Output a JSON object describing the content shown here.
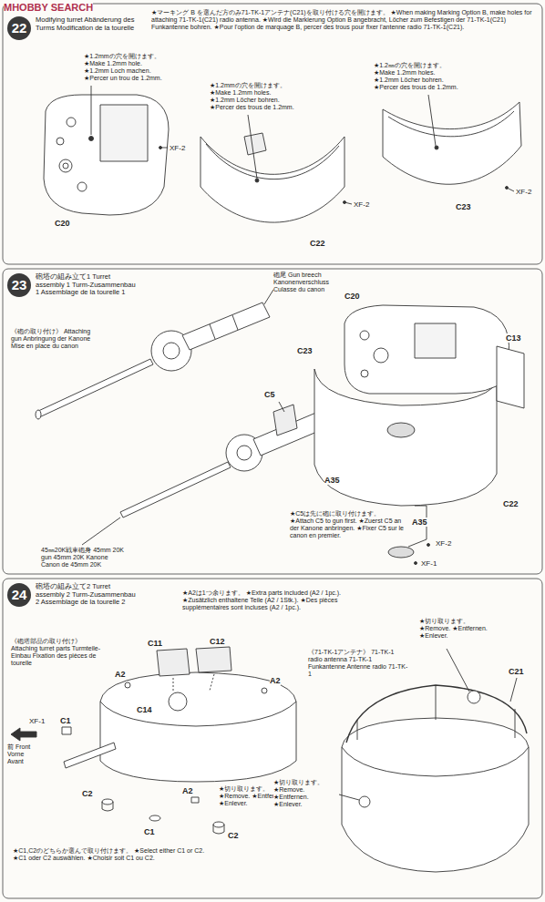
{
  "diagram": {
    "nodes": [
      {
        "text": [
          "22",
          "Modifying turret Abänderung des Turms Modification de la tourelle"
        ]
      },
      {
        "text": [
          "23",
          "砲塔の組み立て1 Turret assembly 1 Turm-Zusammenbau 1 Assemblage de la tourelle 1"
        ]
      },
      {
        "text": [
          "24",
          "砲塔の組み立て2 Turret assembly 2 Turm-Zusammenbau 2 Assemblage de la tourelle 2"
        ]
      }
    ],
    "labels": [
      "MHOBBY SEARCH",
      "★マーキング B を選んだ方のみ71-TK-1アンテナ(C21)を取り付ける穴を開けます。 ★When making Marking Option B, make holes for attaching 71-TK-1(C21) radio antenna. ★Wird die Markierung Option B angebracht, Löcher zum Befestigen der 71-TK-1(C21) Funkantenne bohren. ★Pour l'option de marquage B, percer des trous pour fixer l'antenne radio 71-TK-1(C21).",
      "★1.2mmの穴を開けます。 ★Make 1.2mm hole. ★1.2mm Loch machen. ★Percer un trou de 1.2mm.",
      "XF-2",
      "C20",
      "★1.2mmの穴を開けます。 ★Make 1.2mm holes. ★1.2mm Löcher bohren. ★Percer des trous de 1.2mm.",
      "XF-2",
      "C22",
      "★1.2㎜の穴を開けます。 ★Make 1.2mm holes. ★1.2mm Löcher bohren. ★Percer des trous de 1.2mm.",
      "XF-2",
      "C23",
      "《砲の取り付け》 Attaching gun Anbringung der Kanone Mise en place du canon",
      "砲尾 Gun breech Kanonenverschluss Culasse du canon",
      "45㎜20K戦車砲身 45mm 20K gun 45mm 20K Kanone Canon de 45mm 20K",
      "C20",
      "C23",
      "C13",
      "C5",
      "A35",
      "C22",
      "★C5は先に砲に取り付けます。 ★Attach C5 to gun first. ★Zuerst C5 an der Kanone anbringen. ★Fixer C5 sur le canon en premier.",
      "A35",
      "XF-2",
      "XF-1",
      "《砲塔部品の取り付け》 Attaching turret parts Turmteile-Einbau Fixation des pièces de tourelle",
      "★A2は1つ余ります。 ★Extra parts included (A2 / 1pc.). ★Zusätzlich enthaltene Teile (A2 / 1Stk.). ★Des pièces supplémentaires sont incluses (A2 / 1pc.).",
      "C11",
      "C12",
      "A2",
      "A2",
      "C14",
      "XF-1",
      "C1",
      "前 Front Vorne Avant",
      "C2",
      "A2",
      "C1",
      "C2",
      "★切り取ります。 ★Remove. ★Entfernen. ★Enlever.",
      "★C1,C2のどちらか選んで取り付けます。 ★Select either C1 or C2. ★C1 oder C2 auswählen. ★Choisir soit C1 ou C2.",
      "《71-TK-1アンテナ》 71-TK-1 radio antenna 71-TK-1 Funkantenne Antenne radio 71-TK-1",
      "★切り取ります。 ★Remove. ★Entfernen. ★Enlever.",
      "C21",
      "★切り取ります。 ★Remove. ★Entfernen. ★Enlever."
    ]
  }
}
